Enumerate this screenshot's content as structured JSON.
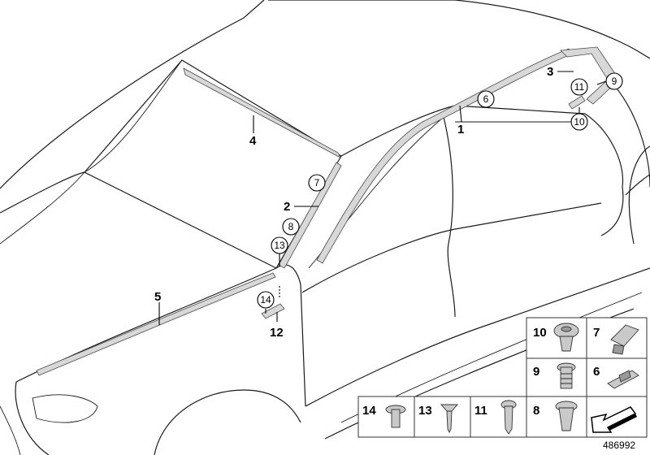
{
  "callouts": {
    "c1": "1",
    "c2": "2",
    "c3": "3",
    "c4": "4",
    "c5": "5",
    "c12": "12"
  },
  "circled": {
    "c6": "6",
    "c7": "7",
    "c8": "8",
    "c9": "9",
    "c10": "10",
    "c11": "11",
    "c13": "13",
    "c14": "14"
  },
  "legend": {
    "r1a": "10",
    "r1b": "7",
    "r2a": "9",
    "r2b": "6",
    "r3a": "14",
    "r3b": "13",
    "r3c": "11",
    "r3d": "8"
  },
  "doc_id": "486992"
}
